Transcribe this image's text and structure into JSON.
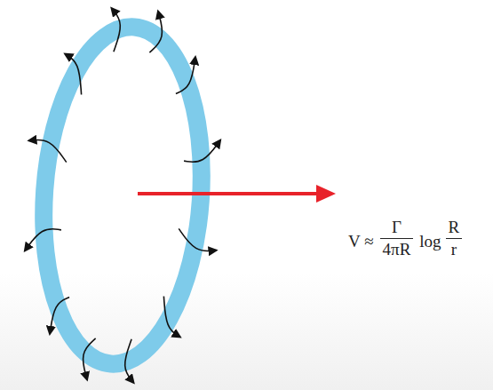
{
  "diagram": {
    "labels": [
      "V ≈",
      "Γ",
      "4πR",
      "log",
      "R",
      "r"
    ]
  }
}
